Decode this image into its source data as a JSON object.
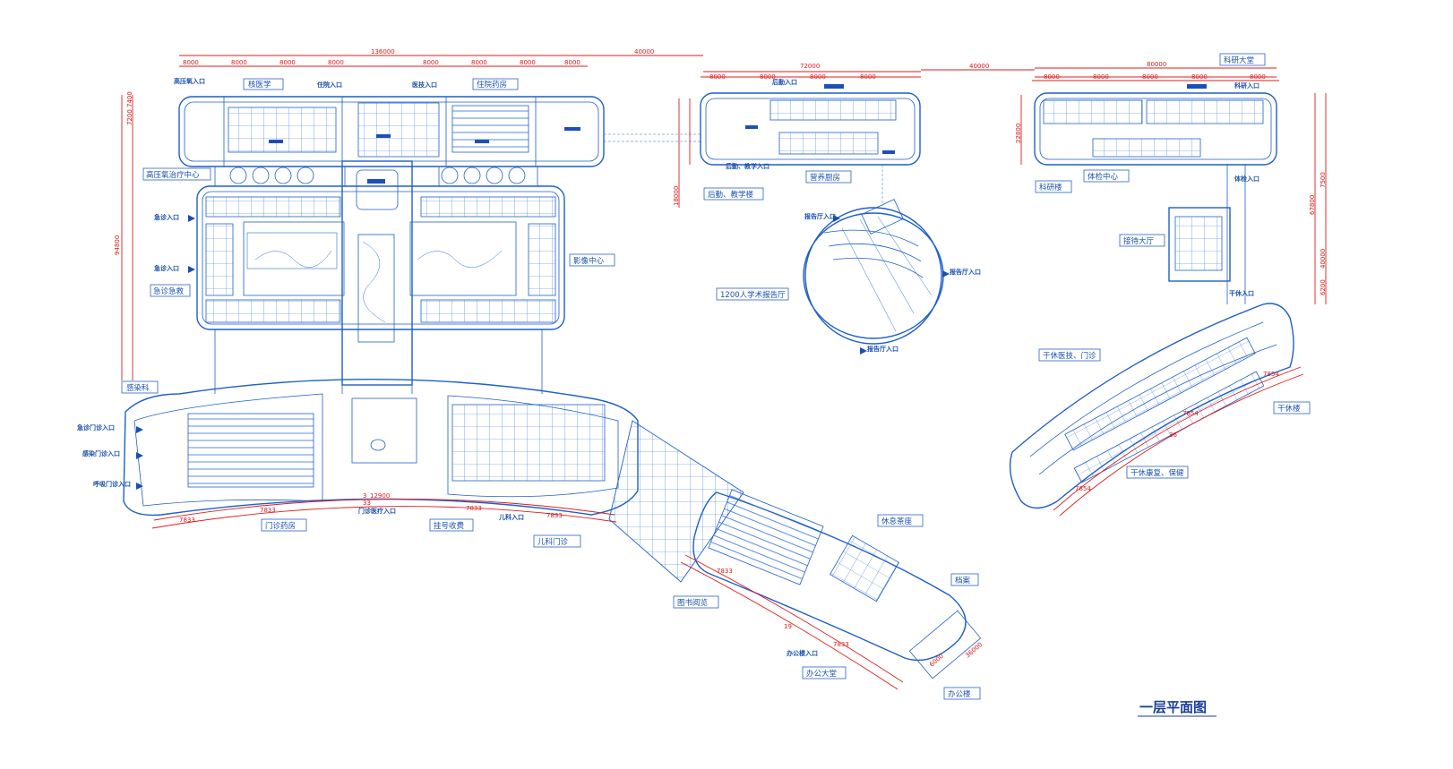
{
  "drawing_title": "一层平面图",
  "colors": {
    "linework": "#1f5fc8",
    "dimension": "#e01b1b",
    "text": "#1a4fb0"
  },
  "room_labels": {
    "nuclear": "核医学",
    "inpatient_pharmacy": "住院药房",
    "hyperbaric": "高压氧治疗中心",
    "emergency": "急诊急救",
    "imaging": "影像中心",
    "infection": "感染科",
    "outpatient_pharmacy": "门诊药房",
    "registration": "挂号收费",
    "pediatrics": "儿科门诊",
    "library": "图书阅览",
    "tea": "休息茶座",
    "archives": "档案",
    "office_lobby": "办公大堂",
    "office_building": "办公楼",
    "logistics": "后勤、教学楼",
    "kitchen": "营养厨房",
    "auditorium": "1200人学术报告厅",
    "research_building": "科研楼",
    "research_lobby": "科研大堂",
    "physical": "体检中心",
    "reception": "接待大厅",
    "cadre_clinic": "干休医技、门诊",
    "cadre_building": "干休楼",
    "cadre_rehab": "干休康复、保健"
  },
  "entrances": {
    "hyperbaric": "高压氧入口",
    "inpatient": "住院入口",
    "medtech": "医技入口",
    "emergency1": "急诊入口",
    "emergency2": "急诊入口",
    "logistics_teach": "后勤、教学入口",
    "logistics": "后勤入口",
    "hall1": "报告厅入口",
    "hall2": "报告厅入口",
    "hall3": "报告厅入口",
    "research_top": "科研入口",
    "physical": "体检入口",
    "cadre": "干休入口",
    "outpatient_a": "急诊门诊入口",
    "outpatient_b": "感染门诊入口",
    "outpatient_c": "呼吸门诊入口",
    "outpatient_main": "门诊医疗入口",
    "pediatrics": "儿科入口",
    "office": "办公楼入口"
  },
  "dimensions": {
    "hospital_total": "136000",
    "gap_left": "40000",
    "logistics_total": "72000",
    "gap_right": "40000",
    "research_total": "80000",
    "bay": "8000",
    "hospital_depth": "94800",
    "logistics_depth": "18000",
    "research_depth": "67800",
    "arc_outpatient": "7833",
    "arc_cadre": "7854",
    "arc_count_a": "33",
    "arc_count_b": "19",
    "arc_count_c": "36",
    "center_span": "12900",
    "center_seg": "3",
    "office_width": "36000",
    "office_bay": "6000",
    "cadre_depth": "22800",
    "row_74": "7400",
    "row_72": "7200",
    "row_75": "7500",
    "row_62": "6200",
    "big_40000": "40000"
  }
}
